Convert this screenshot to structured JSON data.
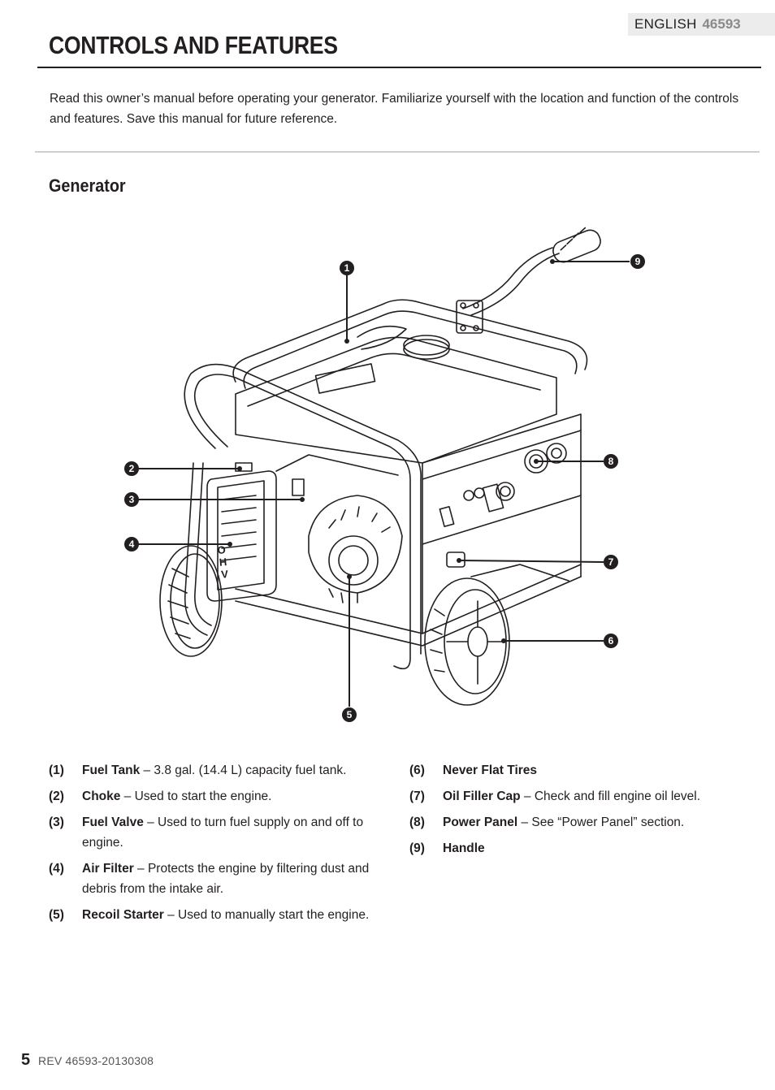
{
  "header": {
    "language": "ENGLISH",
    "model": "46593"
  },
  "page_title": "CONTROLS AND FEATURES",
  "intro": "Read this owner’s manual before operating your generator. Familiarize yourself with the location and function of the controls and features. Save this manual for future reference.",
  "section_title": "Generator",
  "callouts": [
    "1",
    "2",
    "3",
    "4",
    "5",
    "6",
    "7",
    "8",
    "9"
  ],
  "features_left": [
    {
      "num": "(1)",
      "name": "Fuel Tank",
      "desc": " – 3.8 gal. (14.4 L) capacity fuel tank."
    },
    {
      "num": "(2)",
      "name": "Choke",
      "desc": " – Used to start the engine."
    },
    {
      "num": "(3)",
      "name": "Fuel Valve",
      "desc": " – Used to turn fuel supply on and off to engine."
    },
    {
      "num": "(4)",
      "name": "Air Filter",
      "desc": " – Protects the engine by filtering dust and debris from the intake air."
    },
    {
      "num": "(5)",
      "name": "Recoil Starter",
      "desc": " – Used to manually start the engine."
    }
  ],
  "features_right": [
    {
      "num": "(6)",
      "name": "Never Flat Tires",
      "desc": ""
    },
    {
      "num": "(7)",
      "name": "Oil Filler Cap",
      "desc": " – Check and fill engine oil level."
    },
    {
      "num": "(8)",
      "name": "Power Panel",
      "desc": " – See “Power Panel” section."
    },
    {
      "num": "(9)",
      "name": "Handle",
      "desc": ""
    }
  ],
  "air_filter_label": "OHV",
  "footer": {
    "page_number": "5",
    "revision": "REV 46593-20130308"
  }
}
